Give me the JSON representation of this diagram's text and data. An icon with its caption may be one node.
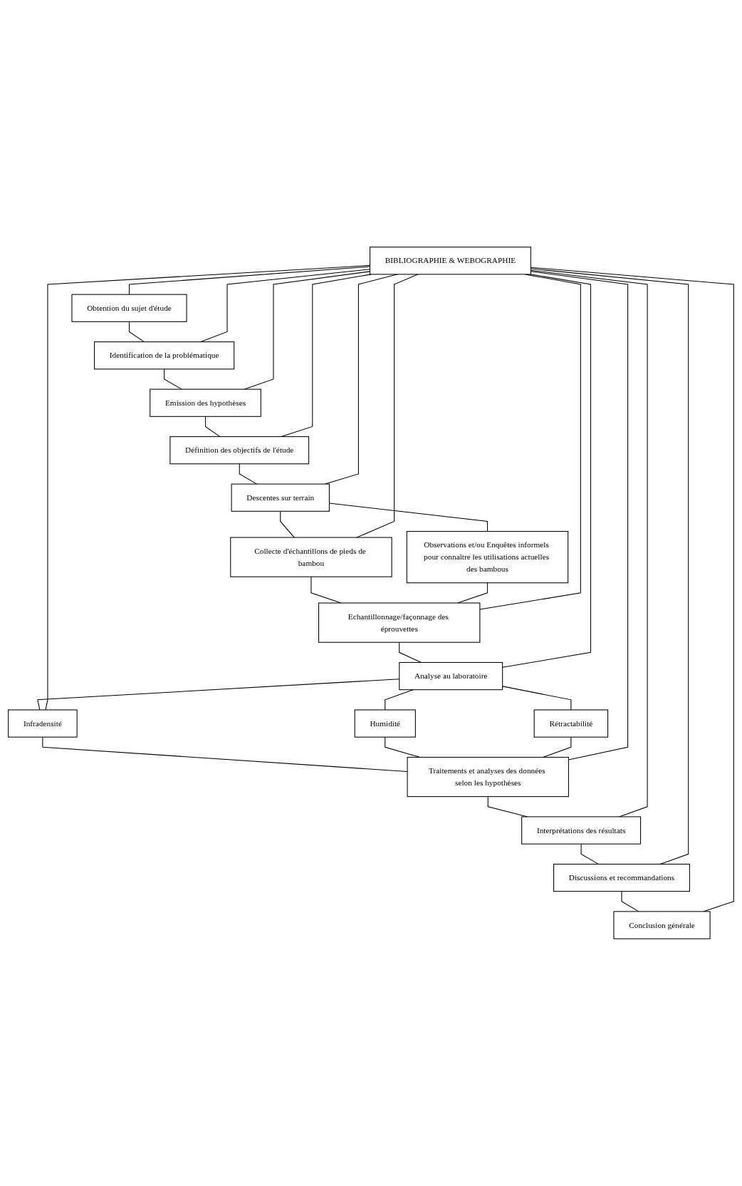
{
  "diagram": {
    "nodes": [
      {
        "text": [
          "BIBLIOGRAPHIE & WEBOGRAPHIE"
        ]
      },
      {
        "text": [
          "Obtention du sujet d'étude"
        ]
      },
      {
        "text": [
          "Identification de la problématique"
        ]
      },
      {
        "text": [
          "Emission des hypothèses"
        ]
      },
      {
        "text": [
          "Définition des objectifs de l'étude"
        ]
      },
      {
        "text": [
          "Descentes sur terrain"
        ]
      },
      {
        "text": [
          "Collecte d'échantillons de pieds de bambou"
        ]
      },
      {
        "text": [
          "Observations et/ou Enquêtes informels pour connaître les utilisations actuelles des bambous"
        ]
      },
      {
        "text": [
          "Echantillonnage/façonnage des éprouvettes"
        ]
      },
      {
        "text": [
          "Analyse au laboratoire"
        ]
      },
      {
        "text": [
          "Infradensité"
        ]
      },
      {
        "text": [
          "Humidité"
        ]
      },
      {
        "text": [
          "Rétractabilité"
        ]
      },
      {
        "text": [
          "Traitements et analyses des données selon les hypothèses"
        ]
      },
      {
        "text": [
          "Interprétations des résultats"
        ]
      },
      {
        "text": [
          "Discussions et recommandations"
        ]
      },
      {
        "text": [
          "Conclusion générale"
        ]
      }
    ],
    "edges": [
      {
        "from": 1,
        "to": 2,
        "arrow": "none"
      },
      {
        "from": 2,
        "to": 3,
        "arrow": "none"
      },
      {
        "from": 3,
        "to": 4,
        "arrow": "none"
      },
      {
        "from": 4,
        "to": 5,
        "arrow": "none"
      },
      {
        "from": 5,
        "to": 6,
        "arrow": "none"
      },
      {
        "from": 5,
        "to": 7,
        "arrow": "none"
      },
      {
        "from": 6,
        "to": 8,
        "arrow": "none"
      },
      {
        "from": 7,
        "to": 8,
        "arrow": "none"
      },
      {
        "from": 8,
        "to": 9,
        "arrow": "none"
      },
      {
        "from": 9,
        "to": 10,
        "arrow": "none"
      },
      {
        "from": 9,
        "to": 11,
        "arrow": "none"
      },
      {
        "from": 9,
        "to": 12,
        "arrow": "none"
      },
      {
        "from": 10,
        "to": 13,
        "arrow": "none"
      },
      {
        "from": 11,
        "to": 13,
        "arrow": "none"
      },
      {
        "from": 12,
        "to": 13,
        "arrow": "none"
      },
      {
        "from": 13,
        "to": 14,
        "arrow": "none"
      },
      {
        "from": 14,
        "to": 15,
        "arrow": "none"
      },
      {
        "from": 15,
        "to": 16,
        "arrow": "none"
      },
      {
        "from": 0,
        "to": 1,
        "arrow": "none"
      },
      {
        "from": 0,
        "to": 2,
        "arrow": "none"
      },
      {
        "from": 0,
        "to": 3,
        "arrow": "none"
      },
      {
        "from": 0,
        "to": 4,
        "arrow": "none"
      },
      {
        "from": 0,
        "to": 5,
        "arrow": "none"
      },
      {
        "from": 0,
        "to": 6,
        "arrow": "none"
      },
      {
        "from": 0,
        "to": 8,
        "arrow": "none"
      },
      {
        "from": 0,
        "to": 9,
        "arrow": "none"
      },
      {
        "from": 0,
        "to": 10,
        "arrow": "none"
      },
      {
        "from": 0,
        "to": 13,
        "arrow": "none"
      },
      {
        "from": 0,
        "to": 14,
        "arrow": "none"
      },
      {
        "from": 0,
        "to": 15,
        "arrow": "none"
      },
      {
        "from": 0,
        "to": 16,
        "arrow": "none"
      }
    ]
  }
}
